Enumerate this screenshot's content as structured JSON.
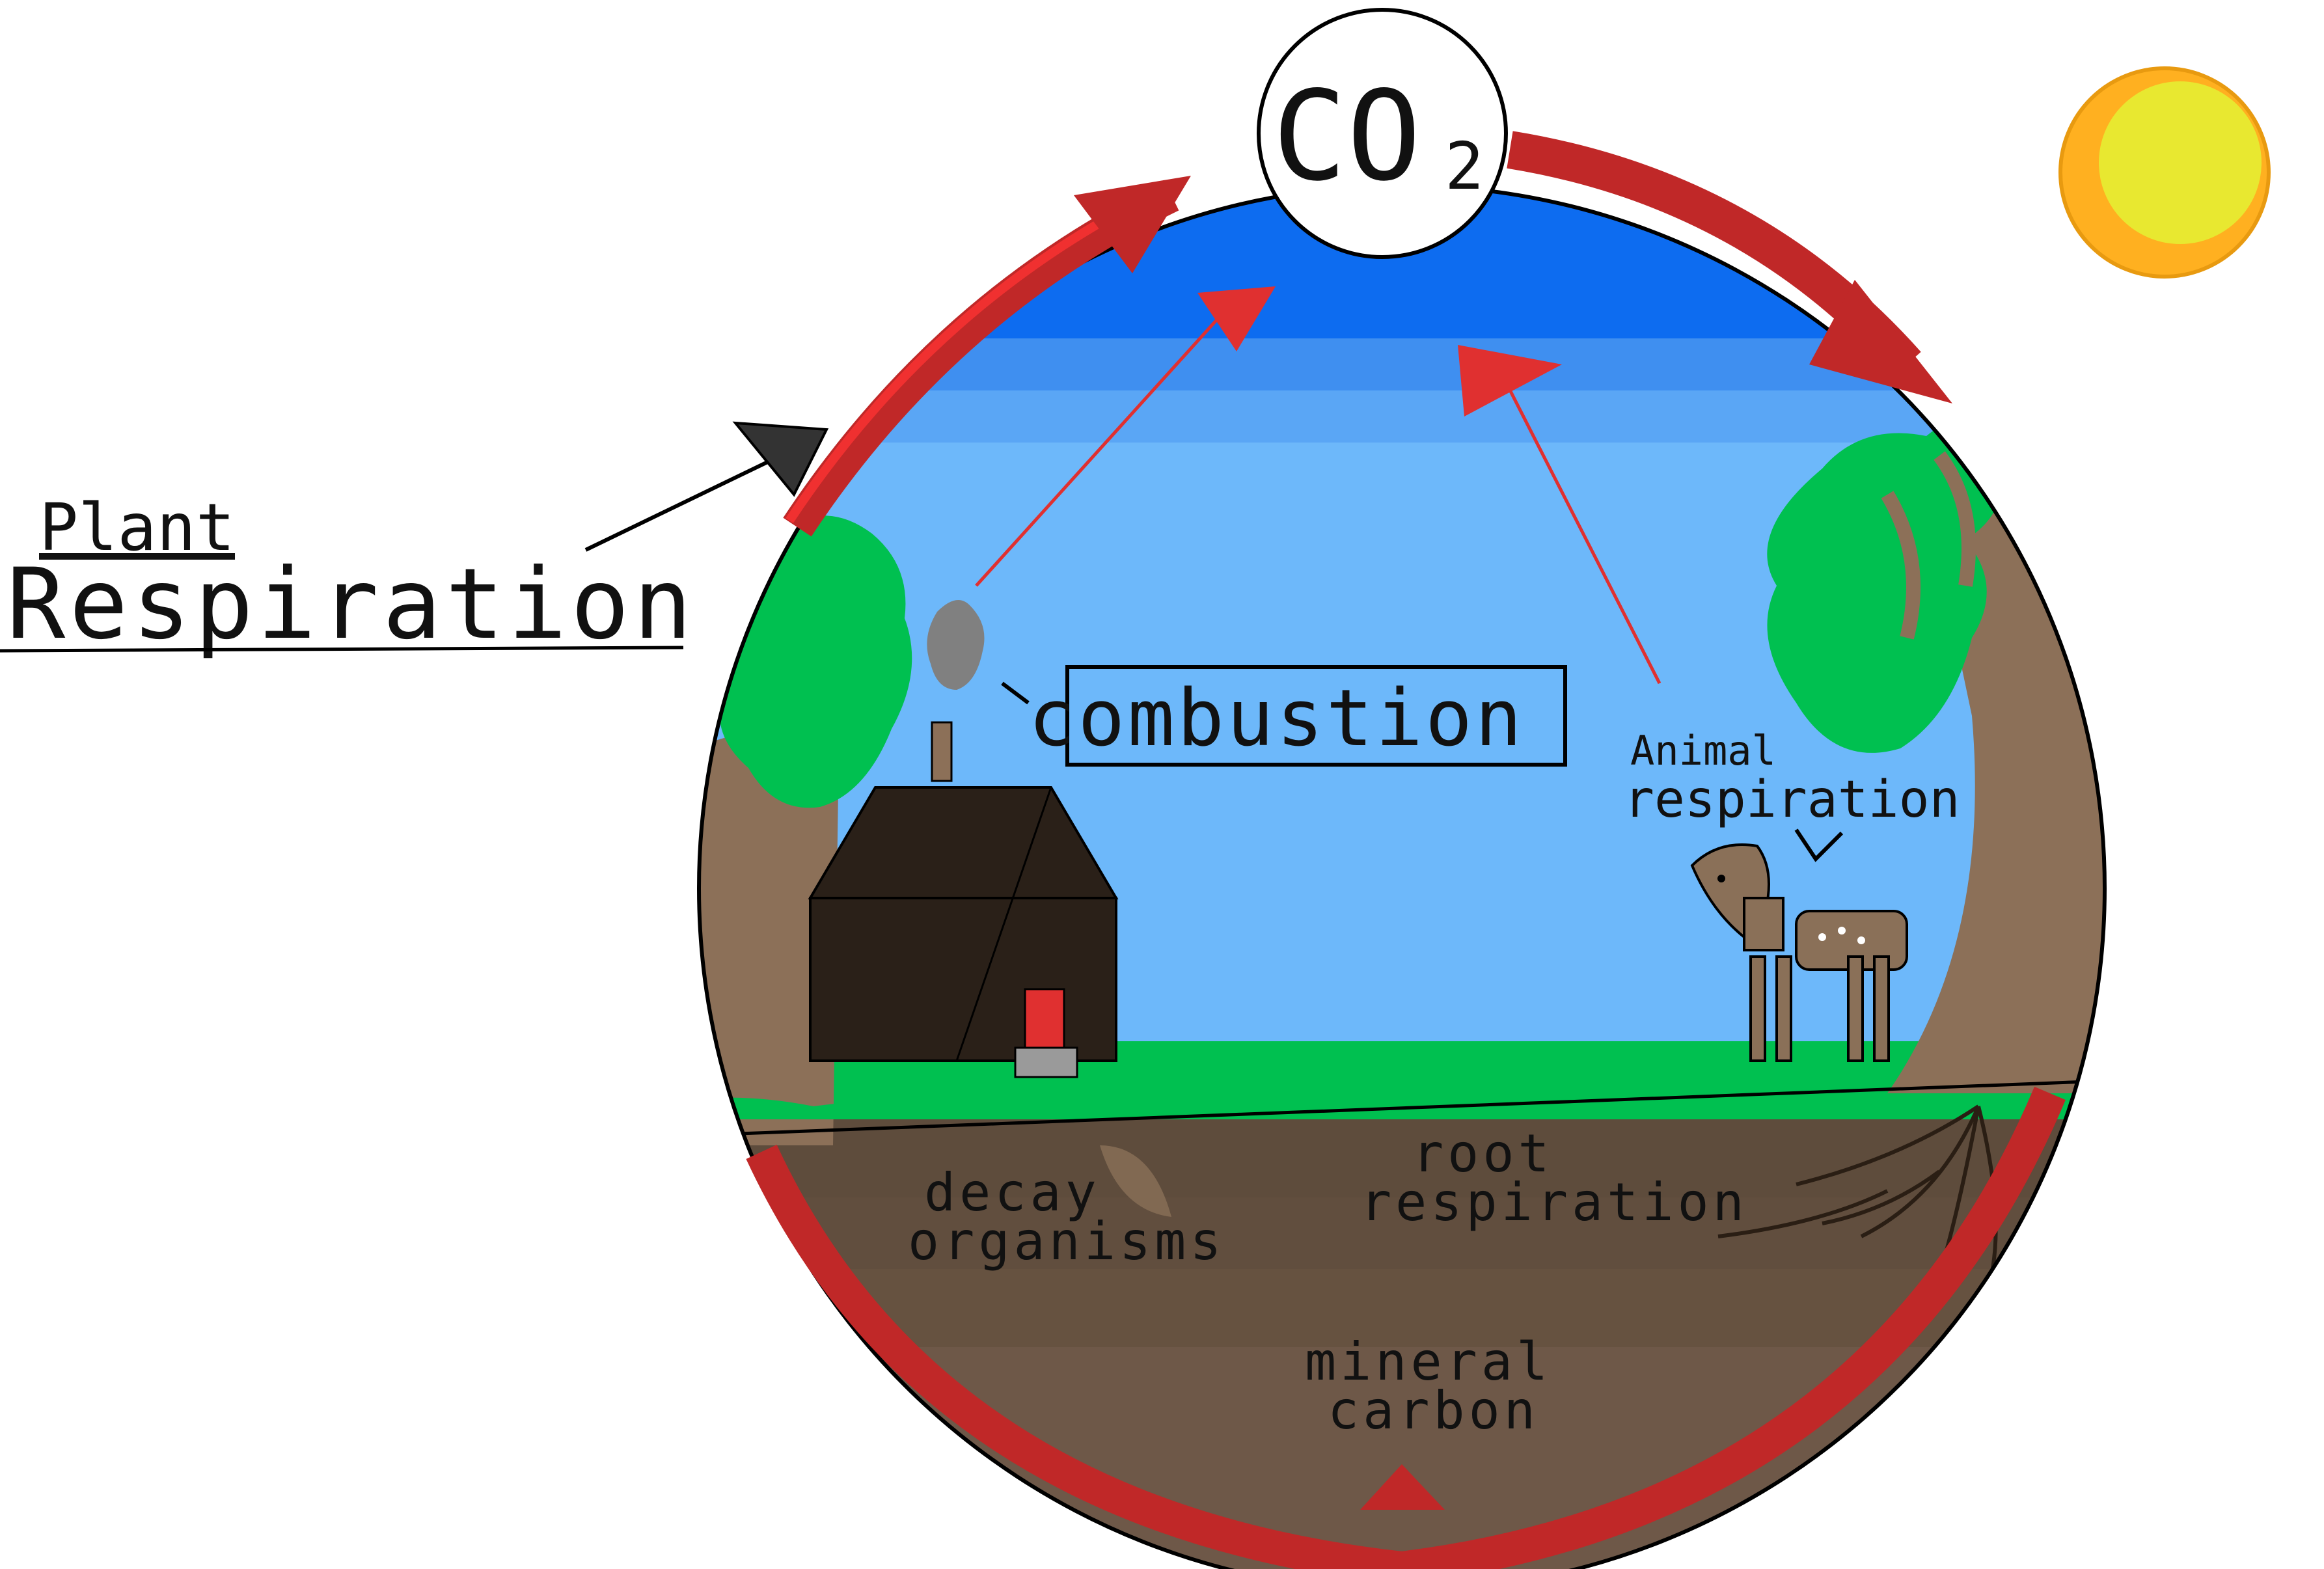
{
  "title": {
    "co2_main": "CO",
    "co2_sub": "2"
  },
  "labels": {
    "plant": "Plant",
    "respiration": "Respiration",
    "combustion": "combustion",
    "animal": "Animal",
    "animal_respiration": "respiration",
    "decay_line1": "decay",
    "decay_line2": "organisms",
    "root_line1": "root",
    "root_line2": "respiration",
    "mineral_line1": "mineral",
    "mineral_line2": "carbon"
  },
  "colors": {
    "sky_top": "#0d6cf0",
    "sky_mid": "#4a9ef5",
    "sky_low": "#6db8fa",
    "grass": "#00c050",
    "tree_trunk": "#8c7058",
    "soil_top": "#5e4c3c",
    "soil_bottom": "#6e5848",
    "arrow_red": "#c02828",
    "arrow_light": "#f03030",
    "house": "#2a2018",
    "door": "#e03030",
    "sun_outer": "#ffb020",
    "sun_inner": "#e8e830",
    "deer": "#8a7058",
    "smoke": "#808080"
  },
  "icons": [
    "co2-bubble-icon",
    "sun-icon",
    "house-icon",
    "deer-icon",
    "tree-icon",
    "smoke-icon",
    "leaf-icon",
    "roots-icon"
  ]
}
